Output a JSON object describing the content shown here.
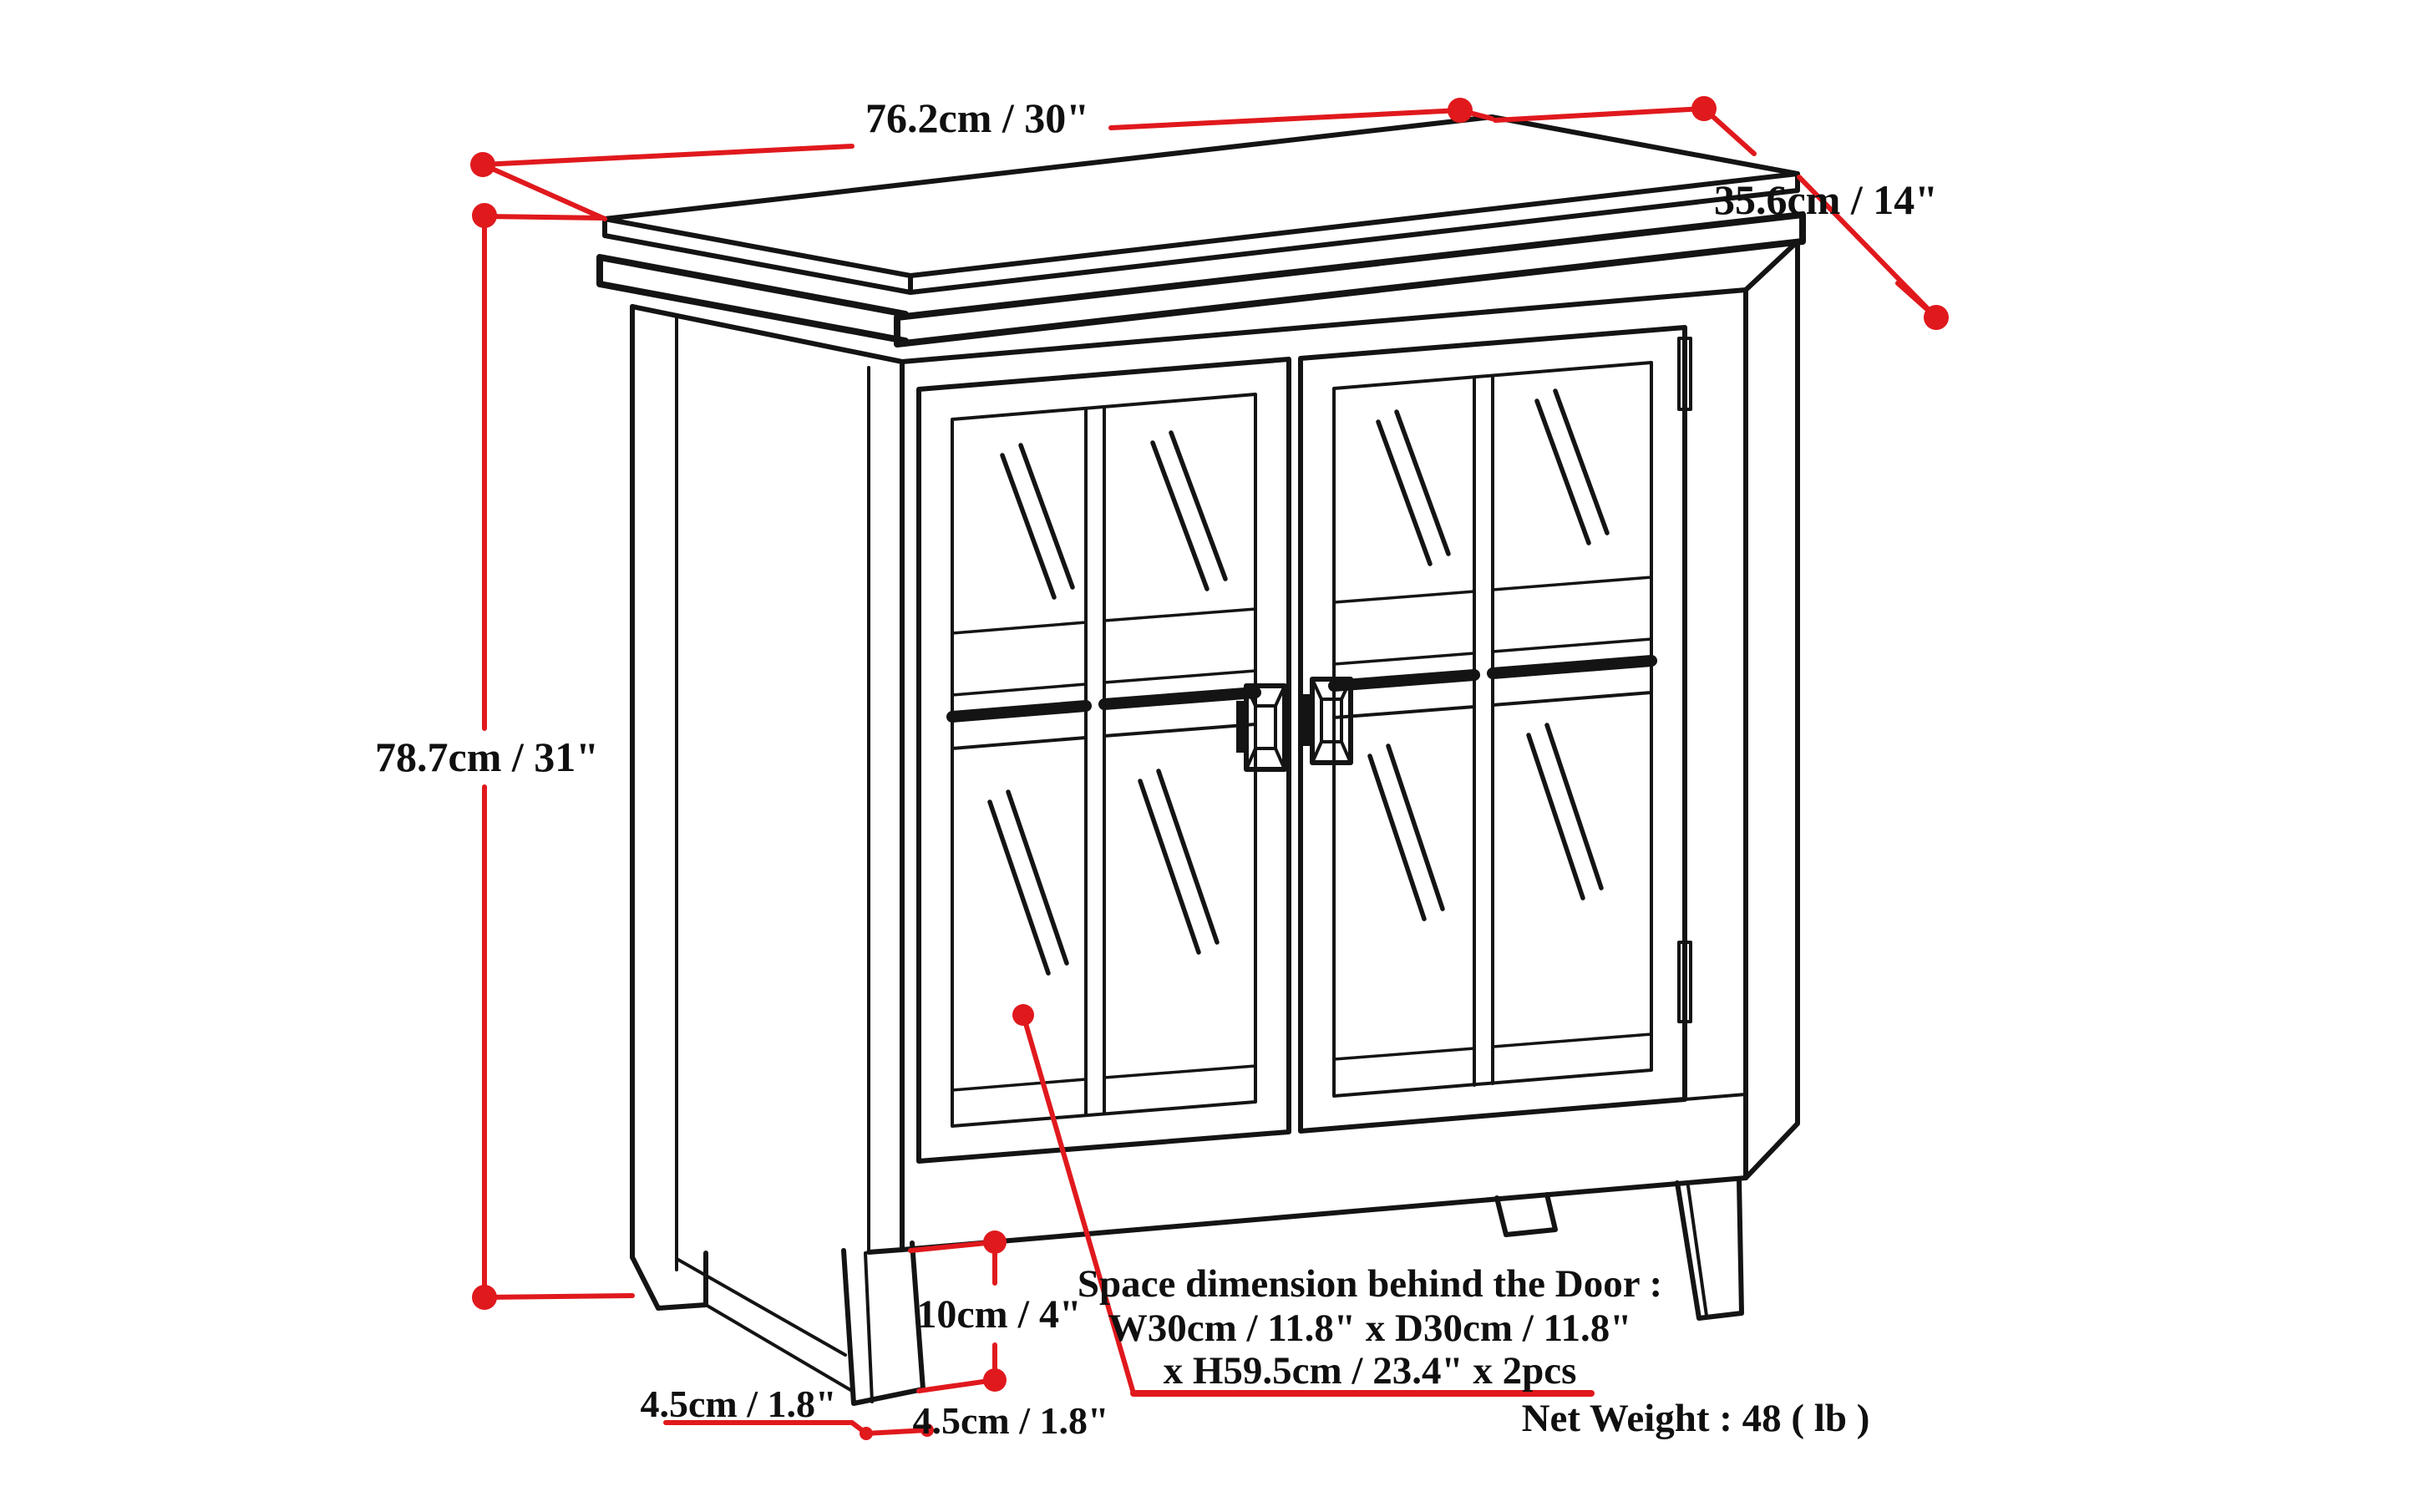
{
  "diagram": {
    "title": "cabinet-dimension-diagram",
    "dimensions": {
      "width": {
        "label": "76.2cm / 30\""
      },
      "depth": {
        "label": "35.6cm / 14\""
      },
      "height": {
        "label": "78.7cm / 31\""
      },
      "leg_height": {
        "label": "10cm / 4\""
      },
      "foot_left": {
        "label": "4.5cm / 1.8\""
      },
      "foot_right": {
        "label": "4.5cm / 1.8\""
      }
    },
    "note": {
      "line1": "Space dimension behind the Door :",
      "line2": "W30cm / 11.8\" x D30cm / 11.8\"",
      "line3": "x H59.5cm / 23.4\" x 2pcs"
    },
    "net_weight": "Net Weight : 48 ( lb )",
    "colors": {
      "dimension_red": "#e0191d",
      "line_black": "#141414",
      "background": "#ffffff"
    }
  }
}
